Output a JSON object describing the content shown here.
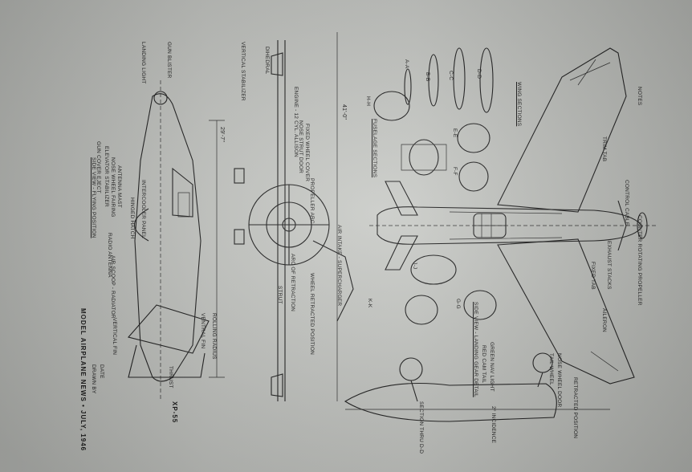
{
  "labels": {
    "section_a": "A-A",
    "section_b": "B-B",
    "section_c": "C-C",
    "section_d": "D-D",
    "section_h": "H-H",
    "section_j": "J-J",
    "section_k": "K-K",
    "section_g": "G-G",
    "section_e": "E-E",
    "section_f": "F-F",
    "wing_sections": "WING SECTIONS",
    "fuselage_sections": "FUSELAGE SECTIONS",
    "side_view_title": "SIDE VIEW - FLYING POSITION",
    "landing_gear_title": "SIDE VIEW - LANDING GEAR DETAIL",
    "magazine_line": "MODEL AIRPLANE NEWS • JULY, 1946",
    "model_name": "XP-55",
    "dim_wingspan": "41'-0\"",
    "dim_length": "29'-7\"",
    "incidence": "2° INCIDENCE",
    "section_thru": "SECTION THRU D-D",
    "lbl_landing_light": "LANDING LIGHT",
    "lbl_gun_blister": "GUN BLISTER",
    "lbl_gun_cover": "GUN COVER EJECT",
    "lbl_elevator": "ELEVATOR STABILIZER",
    "lbl_nose_wheel": "NOSE WHEEL FAIRING",
    "lbl_antenna": "ANTENNA MAST",
    "lbl_vertical_stab": "VERTICAL STABILIZER",
    "lbl_dihedral": "DIHEDRAL",
    "lbl_engine": "ENGINE - 12 CYL. ALLISON",
    "lbl_propeller_arc": "PROPELLER ARC",
    "lbl_nose_strut": "NOSE STRUT DOOR",
    "lbl_fixed_wheel": "FIXED WHEEL COVER",
    "lbl_radio": "RADIO ANTENNA",
    "lbl_hinged_hatch": "HINGED HATCH",
    "lbl_intercooler": "INTERCOOLER PANEL",
    "lbl_air_scoop": "AIR SCOOP - RADIATOR",
    "lbl_vertical_fin": "VERTICAL FIN",
    "lbl_rolling_radius": "ROLLING RADIUS",
    "lbl_ventral_fin": "VENTRAL FIN",
    "lbl_thrust": "THRUST",
    "lbl_strut": "STRUT",
    "lbl_retraction": "ARC OF RETRACTION",
    "lbl_wheel_retracted": "WHEEL RETRACTED POSITION",
    "lbl_air_intake": "AIR INTAKE - SUPERCHARGER",
    "lbl_notes": "NOTES",
    "lbl_control_cable": "CONTROL CABLE",
    "lbl_trim_tab": "TRIM TAB",
    "lbl_aileron": "AILERON",
    "lbl_exhaust": "EXHAUST STACKS",
    "lbl_contra_prop": "COUNTER ROTATING PROPELLER",
    "lbl_fixed_tab": "FIXED TAB",
    "lbl_green_light": "GREEN NAV LIGHT",
    "lbl_red_light": "RED CAM TAIL",
    "lbl_drawn_by": "DRAWN BY",
    "lbl_date": "DATE",
    "lbl_tail_wheel": "TAIL WHEEL",
    "lbl_nose_door": "NOSE WHEEL DOOR",
    "lbl_retracted_position": "RETRACTED POSITION"
  }
}
